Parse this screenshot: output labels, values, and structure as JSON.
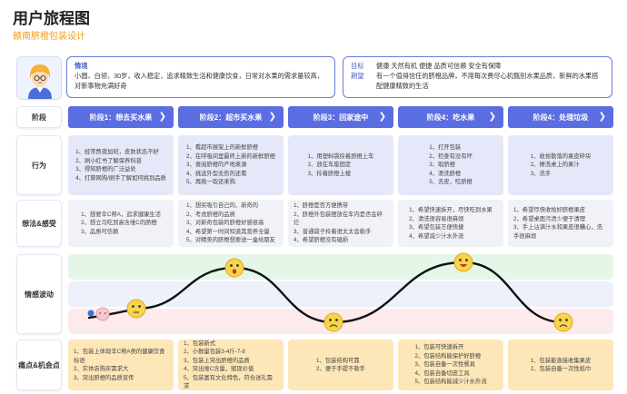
{
  "header": {
    "title": "用户旅程图",
    "subtitle": "赣南脐橙包装设计"
  },
  "persona": {
    "name": "情境",
    "description": "小圆，白领，30岁，收入稳定，追求精致生活和健康饮食，日常对水果的需求量较高，对新事物充满好奇"
  },
  "goals": {
    "goal_label": "目标",
    "goal_text": "健康 天然有机 便捷 品质可信赖 安全有保障",
    "expect_label": "期望",
    "expect_text": "有一个值得信任的脐橙品牌，不用每次费尽心机甄别水果品质，新鲜的水果搭配健康精致的生活"
  },
  "row_labels": {
    "stage": "阶段",
    "action": "行为",
    "thought": "想法&感受",
    "emotion": "情感波动",
    "pain": "痛点&机会点"
  },
  "stages": [
    {
      "label": "阶段1：想去买水果",
      "actions": [
        "1、经常熬夜加班，皮肤状态不好",
        "2、刷小红书了解保养科普",
        "3、得知脐橙的广泛益处",
        "4、打算网购/刷手了解如何挑到品质"
      ],
      "thoughts": [
        "1、想要辛C帮A，追求健康生活",
        "2、想立马吃到高含维C的脐橙",
        "3、品质可信赖"
      ],
      "pains": [
        "1、包装上体现辛C帮A类的健康饮食标语",
        "2、实体店购买需求大",
        "3、突出脐橙的品质宣传"
      ]
    },
    {
      "label": "阶段2：超市买水果",
      "actions": [
        "1、看超市展架上的新鲜脐橙",
        "2、在呼吸间里最终上新的新鲜脐橙",
        "3、查阅脐橙的产地来源",
        "4、挑选外型无伤的还看",
        "5、再挑一取还来购"
      ],
      "thoughts": [
        "1、想买吸引自己的、新奇的",
        "2、考虑脐橙的品质",
        "3、对新奇包装的脐橙好感很高",
        "4、希望第一时间知道其营养全量",
        "5、对精美的脐橙想要送一盒给朋友"
      ],
      "pains": [
        "1、包装新式",
        "2、小数量包装3-4斤-7-8",
        "3、包装上突出脐橙的品质",
        "4、突出维C含量，赋现价值",
        "5、包装富有文化特色，符合送礼需求"
      ]
    },
    {
      "label": "阶段3：回家途中",
      "actions": [
        "1、用塑料袋拎着脐橙上车",
        "2、放在车座固定",
        "3、拎着脐橙上楼"
      ],
      "thoughts": [
        "1、脐橙是否方便携带",
        "2、脐橙外包装摆放在车内是否会碎烂",
        "3、普通袋子拎着很太太会勒手",
        "4、希望脐橙没有磕损"
      ],
      "pains": [
        "1、包装结构可靠",
        "2、便于手提不勒手"
      ]
    },
    {
      "label": "阶段4：吃水果",
      "actions": [
        "1、打开包装",
        "2、检查有没有坏",
        "3、取脐橙",
        "4、清洗脐橙",
        "5、去皮，吃脐橙"
      ],
      "thoughts": [
        "1、希望快速拆开，尽快吃到水果",
        "2、清洗很容易很麻烦",
        "3、希望包装方便快捷",
        "4、希望减少汁水外流"
      ],
      "pains": [
        "1、包装可快速拆开",
        "2、包装结构能保护好脐橙",
        "3、包装自备一次性餐具",
        "4、包装自备切皮工具",
        "5、包装结构能减少汁水外流"
      ]
    },
    {
      "label": "阶段4：处理垃圾",
      "actions": [
        "1、收拾散落的果皮碎块",
        "2、擦洗桌上的果汁",
        "3、洗手"
      ],
      "thoughts": [
        "1、希望尽快收拾好脐橙果皮",
        "2、希望桌面污渍少便于清理",
        "3、手上沾满汁水和果皮很糟心，洗手很麻烦"
      ],
      "pains": [
        "1、包装能直接收集果皮",
        "2、包装自备一次性纸巾"
      ]
    }
  ],
  "emotion": {
    "levels": [
      -0.5,
      1,
      -1,
      1.2,
      -1
    ],
    "colors": {
      "line": "#111111",
      "face": "#f7d44a",
      "face_stroke": "#e0a820",
      "band_positive": "#e4f6e8",
      "band_neutral": "#eef0fa",
      "band_negative": "#fdeaea"
    }
  },
  "colors": {
    "accent": "#5b6ee1",
    "subtitle": "#f29a1f",
    "action_bg": "#e5e8f8",
    "thought_bg": "#f1f2f8",
    "pain_bg": "#fde7b8"
  }
}
